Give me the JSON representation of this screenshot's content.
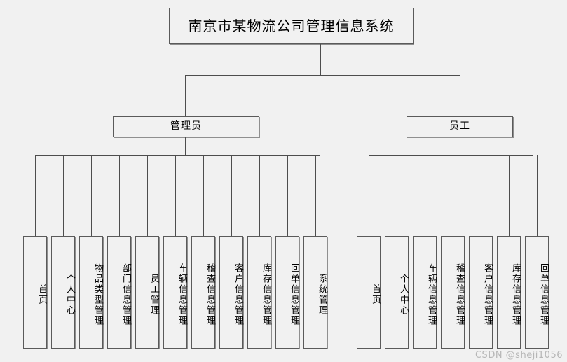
{
  "diagram": {
    "type": "organization-tree",
    "title": "南京市某物流公司管理信息系统",
    "watermark": "CSDN @sheji1056",
    "colors": {
      "background": "#f1f1f1",
      "box_fill": "#f1f1f1",
      "box_border": "#5a5a5a",
      "line": "#4d4d4d",
      "text": "#000000",
      "watermark": "#b6b6b6"
    },
    "roles": [
      {
        "label": "管理员",
        "children": [
          "首页",
          "个人中心",
          "物品类型管理",
          "部门信息管理",
          "员工管理",
          "车辆信息管理",
          "稽查信息管理",
          "客户信息管理",
          "库存信息管理",
          "回单信息管理",
          "系统管理"
        ]
      },
      {
        "label": "员工",
        "children": [
          "首页",
          "个人中心",
          "车辆信息管理",
          "稽查信息管理",
          "客户信息管理",
          "库存信息管理",
          "回单信息管理"
        ]
      }
    ]
  }
}
